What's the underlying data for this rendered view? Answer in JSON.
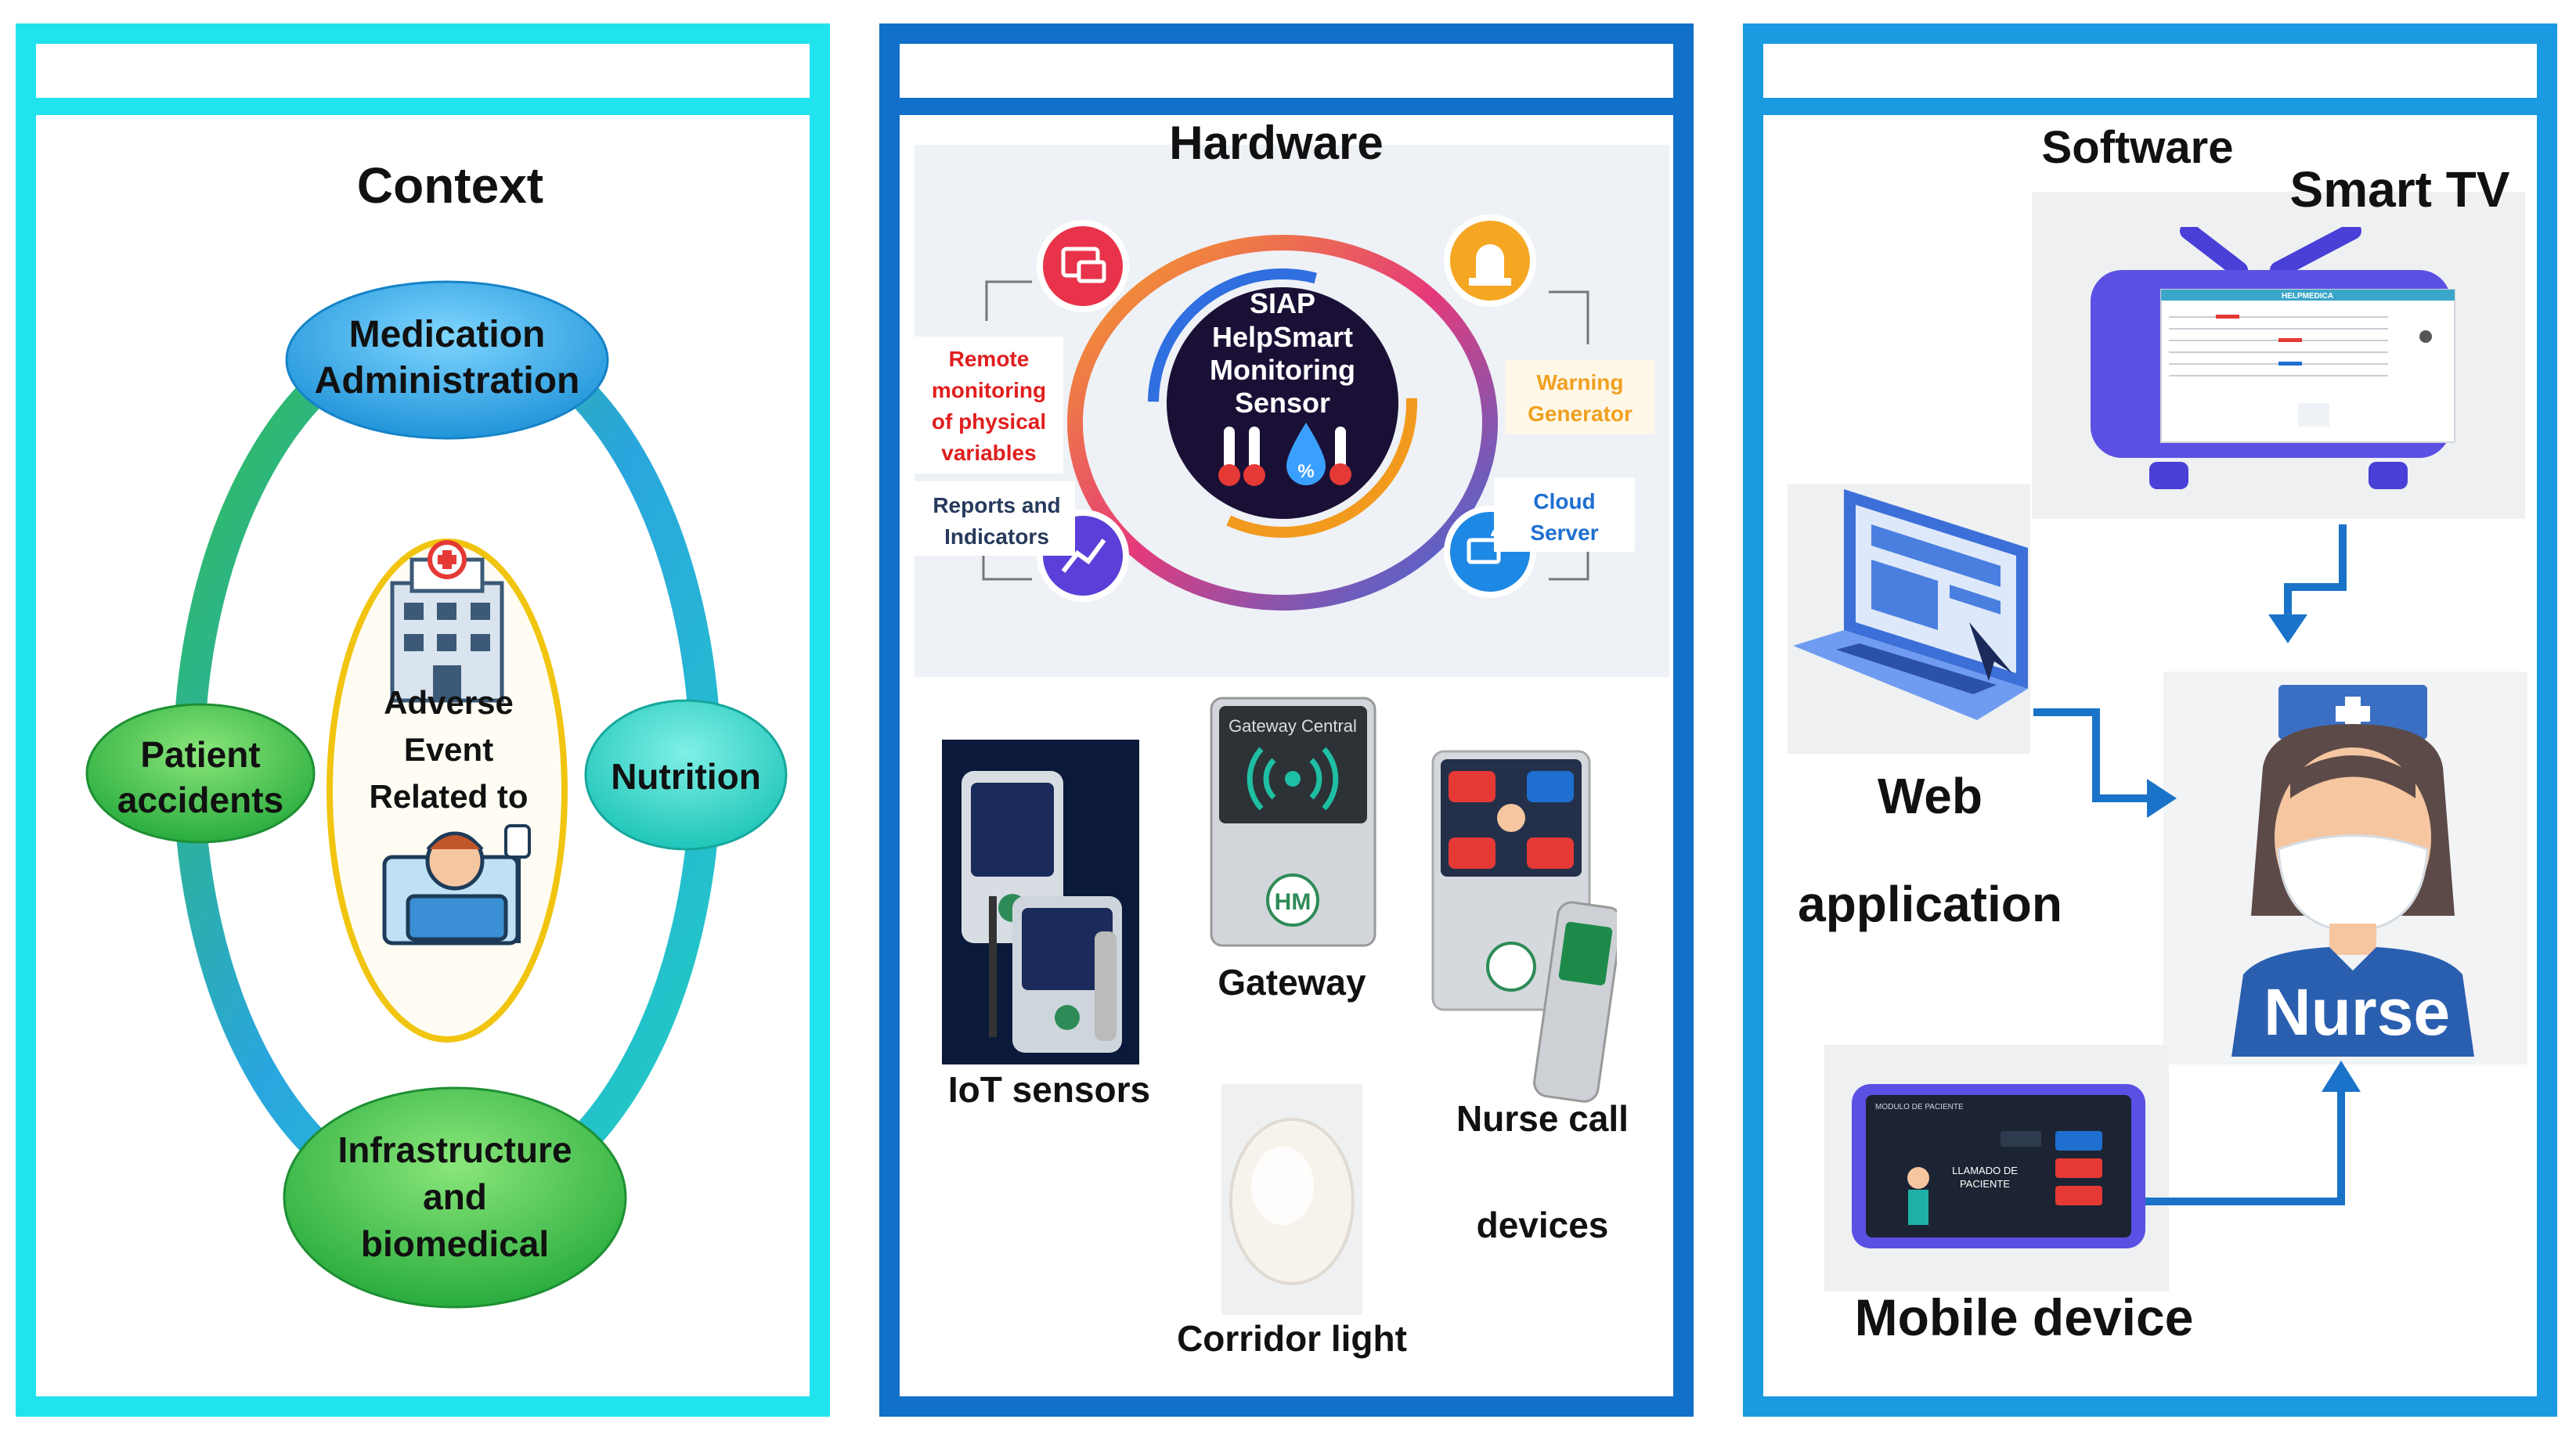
{
  "context": {
    "title": "Context",
    "nodes": {
      "top": [
        "Medication",
        "Administration"
      ],
      "left": [
        "Patient",
        "accidents"
      ],
      "right": [
        "Nutrition"
      ],
      "bottom": [
        "Infrastructure",
        "and",
        "biomedical"
      ]
    },
    "center": [
      "Adverse",
      "Event",
      "Related to"
    ]
  },
  "hardware": {
    "title": "Hardware",
    "sensor": [
      "SIAP",
      "HelpSmart",
      "Monitoring",
      "Sensor"
    ],
    "labels": {
      "remote": [
        "Remote",
        "monitoring",
        "of physical",
        "variables"
      ],
      "reports": [
        "Reports and",
        "Indicators"
      ],
      "warning": [
        "Warning",
        "Generator"
      ],
      "cloud": [
        "Cloud",
        "Server"
      ]
    },
    "devices": {
      "iot": "IoT sensors",
      "gateway": "Gateway",
      "gateway_screen": "Gateway Central",
      "nurse_call_1": "Nurse call",
      "nurse_call_2": "devices",
      "corridor": "Corridor light",
      "logo": "HM"
    }
  },
  "software": {
    "title": "Software",
    "smart_tv": "Smart TV",
    "tv_app": "HELPMEDICA",
    "web_1": "Web",
    "web_2": "application",
    "mobile": "Mobile device",
    "nurse": "Nurse",
    "mobile_screen_title": "MODULO DE PACIENTE",
    "mobile_call": [
      "LLAMADO DE",
      "PACIENTE"
    ]
  },
  "colors": {
    "context_border": "#20e3ee",
    "hardware_border": "#1170c9",
    "software_border": "#1a9ae0",
    "ring_blue": "#2aa6df",
    "ring_green": "#2fbf4a",
    "node_green": "#3cc64a",
    "center_ring": "#f1c40f",
    "arrow_blue": "#1a73c8",
    "nurse_blue": "#2a5fb0"
  }
}
